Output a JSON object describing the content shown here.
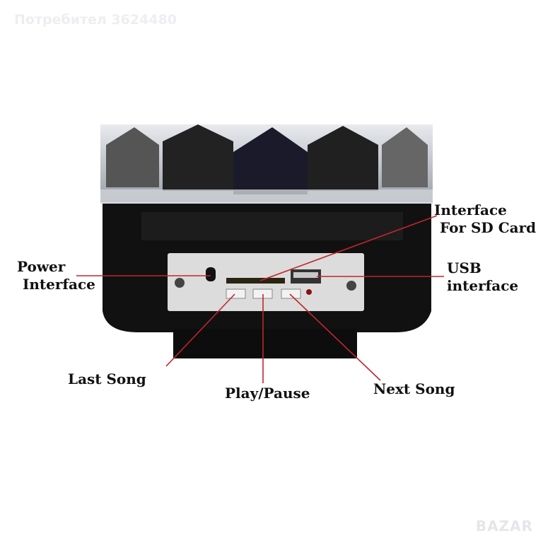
{
  "watermark": "Потребител 3624480",
  "logo": "BAZAR",
  "labels": {
    "power": [
      "Power",
      "Interface"
    ],
    "sd": [
      "Interface",
      "For SD Card"
    ],
    "usb": [
      "USB",
      "interface"
    ],
    "last": "Last Song",
    "play": "Play/Pause",
    "next": "Next Song"
  },
  "colors": {
    "leader_line": "#c0262d",
    "body": "#111111",
    "panel": "#dcdcdc"
  }
}
